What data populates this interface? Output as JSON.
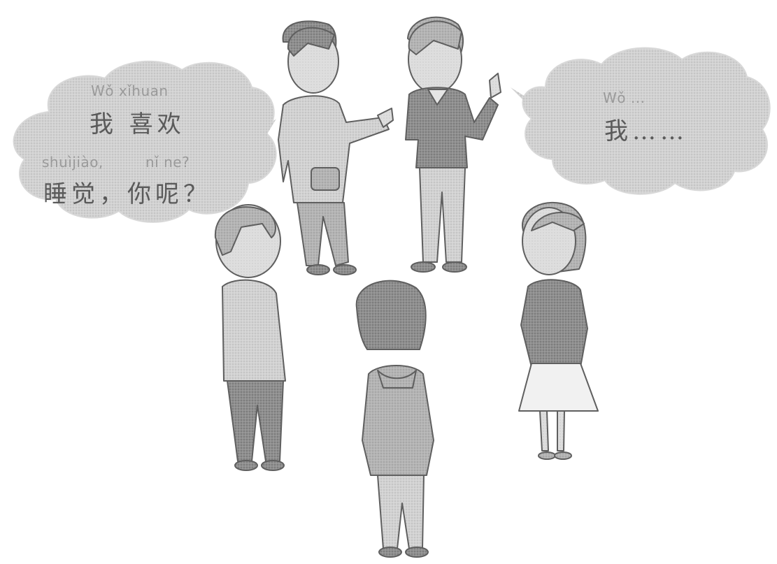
{
  "left_bubble": {
    "pinyin_line1": "Wǒ xǐhuan",
    "hanzi_line1": "我 喜欢",
    "pinyin_line2a": "shuìjiào,",
    "pinyin_line2b": "nǐ ne?",
    "hanzi_line2": "睡觉，你呢？"
  },
  "right_bubble": {
    "pinyin_line1": "Wǒ ...",
    "hanzi_line1": "我……"
  },
  "colors": {
    "cloud": "#cfcfcf",
    "figure_light": "#c4c4c4",
    "figure_dark": "#8c8c8c",
    "outline": "#5f5f5f"
  }
}
